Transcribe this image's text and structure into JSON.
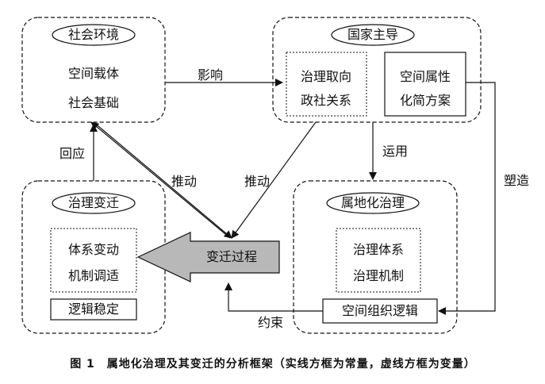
{
  "social_env": {
    "title": "社会环境",
    "items": [
      "空间载体",
      "社会基础"
    ]
  },
  "state_led": {
    "title": "国家主导",
    "orientation": [
      "治理取向",
      "政社关系"
    ],
    "spatial_plan": [
      "空间属性",
      "化简方案"
    ]
  },
  "governance_change": {
    "title": "治理变迁",
    "items": [
      "体系变动",
      "机制调适"
    ],
    "stable": "逻辑稳定"
  },
  "territorial": {
    "title": "属地化治理",
    "items": [
      "治理体系",
      "治理机制"
    ],
    "logic": "空间组织逻辑"
  },
  "process": "变迁过程",
  "edges": {
    "influence": "影响",
    "apply": "运用",
    "shape": "塑造",
    "respond": "回应",
    "push_left": "推动",
    "push_right": "推动",
    "constrain": "约束"
  },
  "caption": "图 1　属地化治理及其变迁的分析框架（实线方框为常量，虚线方框为变量）"
}
